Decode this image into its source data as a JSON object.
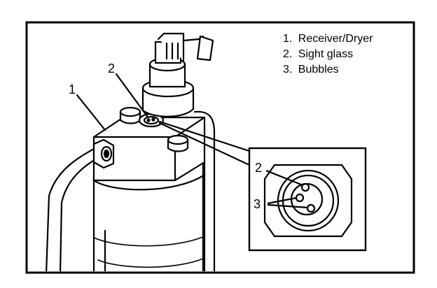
{
  "legend": {
    "items": [
      {
        "number": "1.",
        "label": "Receiver/Dryer"
      },
      {
        "number": "2.",
        "label": "Sight glass"
      },
      {
        "number": "3.",
        "label": "Bubbles"
      }
    ]
  },
  "callouts": {
    "receiver_dryer": "1",
    "sight_glass": "2",
    "inset_sight_glass": "2",
    "inset_bubbles": "3"
  },
  "colors": {
    "line": "#000000",
    "background": "#ffffff"
  }
}
